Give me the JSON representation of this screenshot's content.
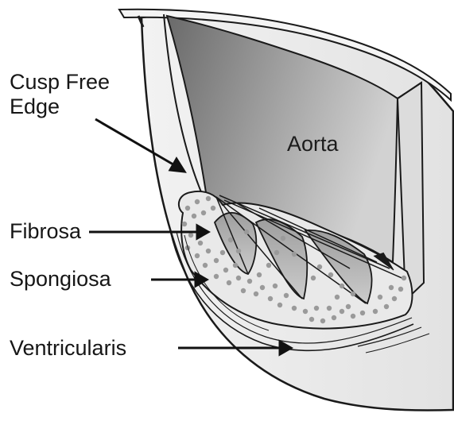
{
  "labels": {
    "cusp_free_edge_line1": "Cusp Free",
    "cusp_free_edge_line2": "Edge",
    "aorta": "Aorta",
    "fibrosa": "Fibrosa",
    "spongiosa": "Spongiosa",
    "ventricularis": "Ventricularis"
  },
  "colors": {
    "ink": "#1a1a1a",
    "aorta_dark": "#6f6f6f",
    "aorta_light": "#cfcfcf",
    "wall": "#ebebeb",
    "dots": "#9a9a9a"
  }
}
